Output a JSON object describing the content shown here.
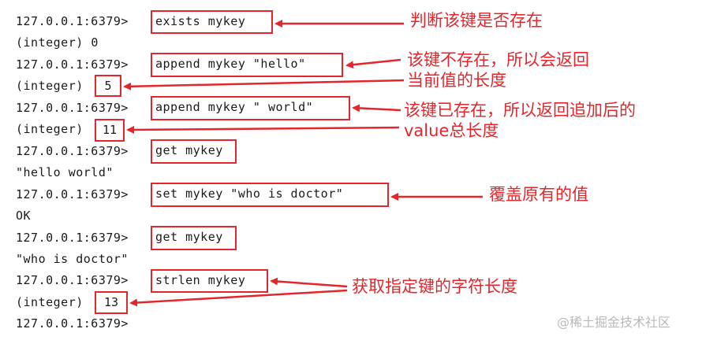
{
  "terminal": {
    "prompt": "127.0.0.1:6379>",
    "lines": [
      {
        "prompt": "127.0.0.1:6379>",
        "command": "exists mykey"
      },
      {
        "prefix": "(integer) ",
        "output": "0"
      },
      {
        "prompt": "127.0.0.1:6379>",
        "command": "append mykey \"hello\""
      },
      {
        "prefix": "(integer)",
        "output": "5"
      },
      {
        "prompt": "127.0.0.1:6379>",
        "command": "append mykey \" world\""
      },
      {
        "prefix": "(integer)",
        "output": "11"
      },
      {
        "prompt": "127.0.0.1:6379>",
        "command": "get mykey"
      },
      {
        "output": "\"hello world\""
      },
      {
        "prompt": "127.0.0.1:6379>",
        "command": "set mykey \"who is doctor\""
      },
      {
        "output": "OK"
      },
      {
        "prompt": "127.0.0.1:6379>",
        "command": "get mykey"
      },
      {
        "output": "\"who is doctor\""
      },
      {
        "prompt": "127.0.0.1:6379>",
        "command": "strlen mykey"
      },
      {
        "prefix": "(integer)",
        "output": "13"
      },
      {
        "prompt": "127.0.0.1:6379>"
      }
    ]
  },
  "annotations": {
    "exists": "判断该键是否存在",
    "append_new_1": "该键不存在，所以会返回",
    "append_new_2": "当前值的长度",
    "append_existing_1": "该键已存在，所以返回追加后的",
    "append_existing_2": "value总长度",
    "set": "覆盖原有的值",
    "strlen": "获取指定键的字符长度"
  },
  "watermark": "@稀土掘金技术社区",
  "colors": {
    "accent": "#e3262b",
    "text": "#1a1a1a",
    "watermark": "#b9b9b9"
  }
}
